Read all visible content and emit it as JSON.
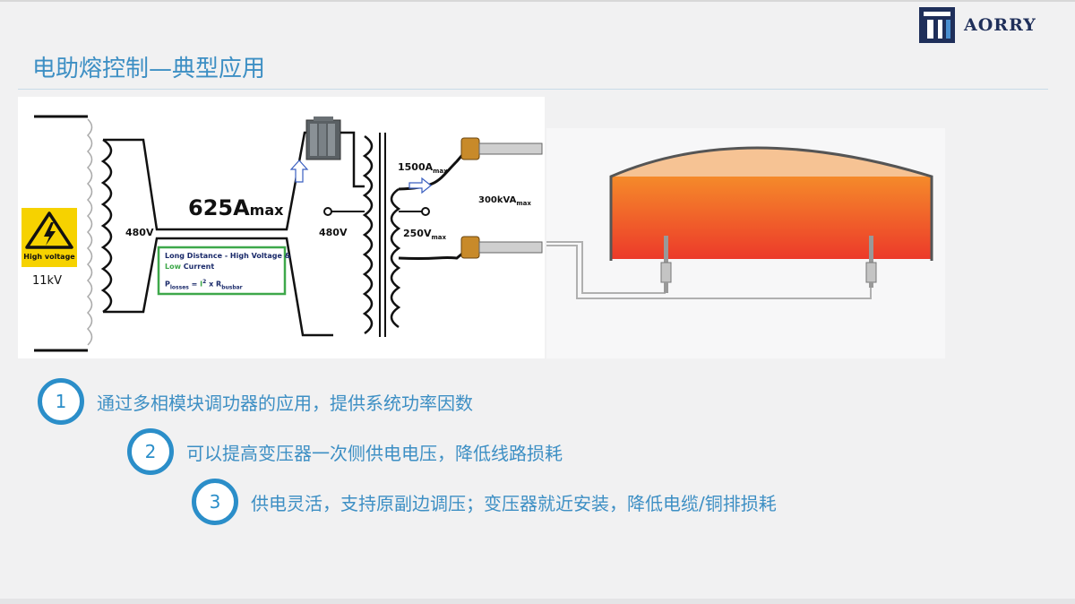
{
  "brand": {
    "name": "AORRY",
    "color": "#1f2f5a"
  },
  "slide": {
    "title": "电助熔控制—典型应用",
    "accent": "#2b8ec9"
  },
  "diagram": {
    "supply_voltage": "11kV",
    "warning_sign": "High voltage",
    "primary_voltage": "480V",
    "current_main": "625A",
    "current_main_sub": "max",
    "secondary_voltage": "480V",
    "tap_current": "1500A",
    "tap_current_sub": "max",
    "tap_voltage": "250V",
    "tap_voltage_sub": "max",
    "power_rating": "300kVA",
    "power_rating_sub": "max",
    "note_line1": "Long Distance -  High Voltage &",
    "note_low": "Low",
    "note_current": " Current",
    "note_formula": {
      "p": "P",
      "p_sub": "losses",
      "eq": " = ",
      "i": "I",
      "i_sup": "2",
      "x": " x R",
      "r_sub": "busbar"
    }
  },
  "points": [
    {
      "num": "1",
      "text": "通过多相模块调功器的应用，提供系统功率因数"
    },
    {
      "num": "2",
      "text": "可以提高变压器一次侧供电电压，降低线路损耗"
    },
    {
      "num": "3",
      "text": "供电灵活，支持原副边调压；变压器就近安装，降低电缆/铜排损耗"
    }
  ]
}
